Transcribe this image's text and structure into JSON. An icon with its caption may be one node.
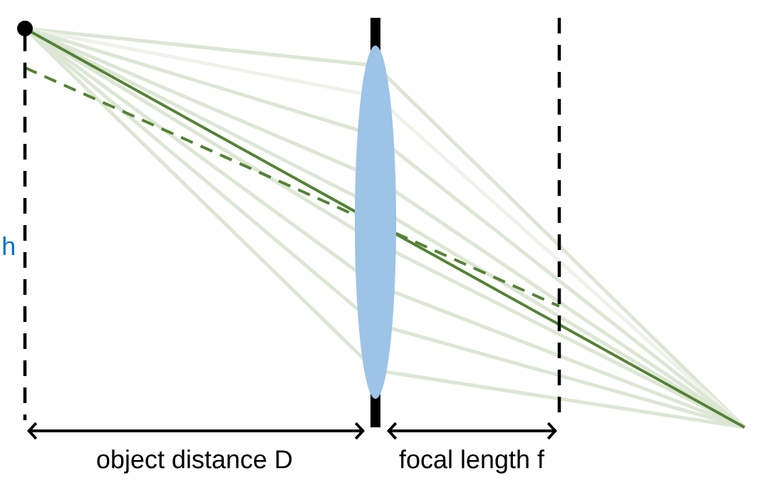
{
  "diagram": {
    "labels": [
      "h",
      "object distance D",
      "focal length f"
    ]
  }
}
